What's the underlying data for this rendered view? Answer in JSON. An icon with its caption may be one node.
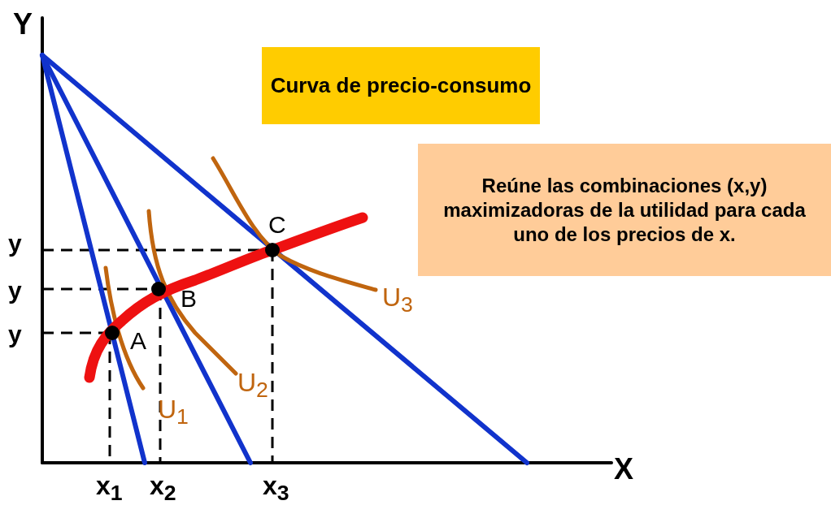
{
  "diagram": {
    "nodes": [
      {
        "text": [
          "Curva de precio-consumo"
        ]
      },
      {
        "text": [
          "Reúne las combinaciones (x,y) maximizadoras de la utilidad para cada uno de los precios de x."
        ]
      }
    ],
    "labels": [
      "Y",
      "X",
      "y",
      "y",
      "y",
      "x$_{1}$",
      "x$_{2}$",
      "x$_{3}$",
      "A",
      "B",
      "C",
      "U$_{1}$",
      "U$_{2}$",
      "U$_{3}$"
    ]
  }
}
